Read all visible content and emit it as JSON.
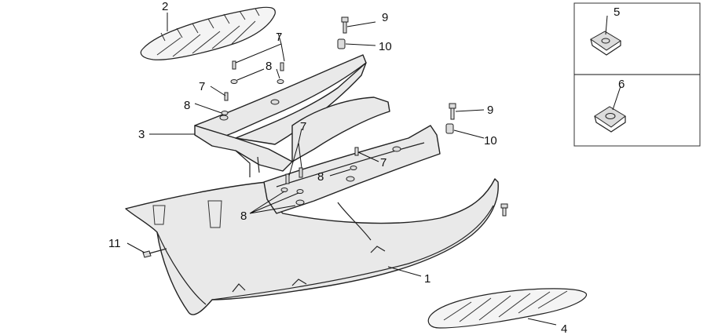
{
  "callouts": {
    "c1": "1",
    "c2": "2",
    "c3": "3",
    "c4": "4",
    "c5": "5",
    "c6": "6",
    "c7a": "7",
    "c7b": "7",
    "c7c": "7",
    "c7d": "7",
    "c8a": "8",
    "c8b": "8",
    "c8c": "8",
    "c8d": "8",
    "c9a": "9",
    "c9b": "9",
    "c10a": "10",
    "c10b": "10",
    "c11": "11"
  }
}
